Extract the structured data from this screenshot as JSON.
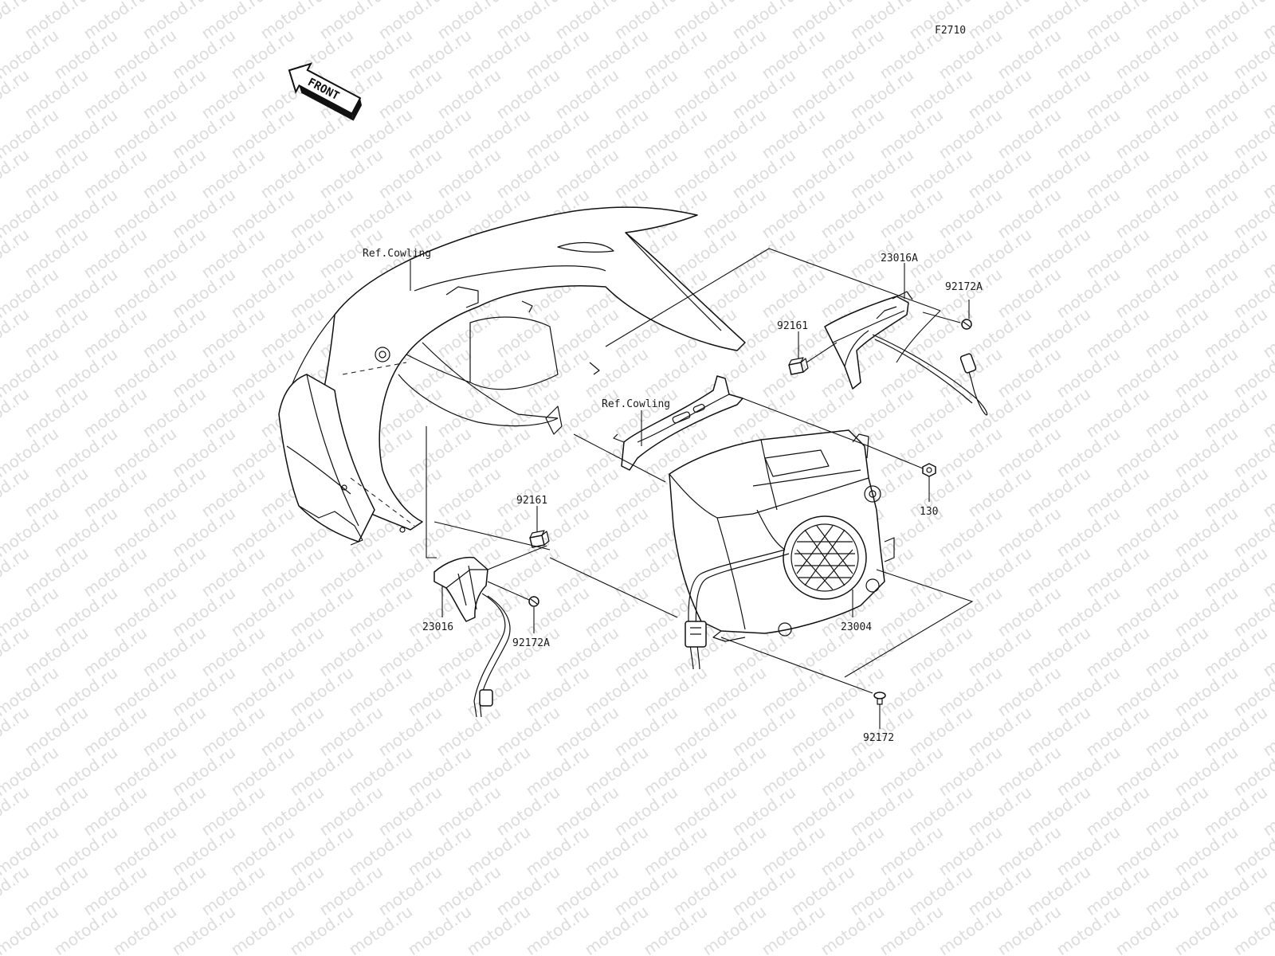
{
  "figure_code": "F2710",
  "front_label": "FRONT",
  "watermark": "motod.ru",
  "callouts": {
    "ref_cowling_top": "Ref.Cowling",
    "ref_cowling_bracket": "Ref.Cowling",
    "p23016A": "23016A",
    "p92172A_right": "92172A",
    "p92161_right": "92161",
    "p130": "130",
    "p92161_left": "92161",
    "p23016": "23016",
    "p92172A_left": "92172A",
    "p23004": "23004",
    "p92172": "92172"
  }
}
